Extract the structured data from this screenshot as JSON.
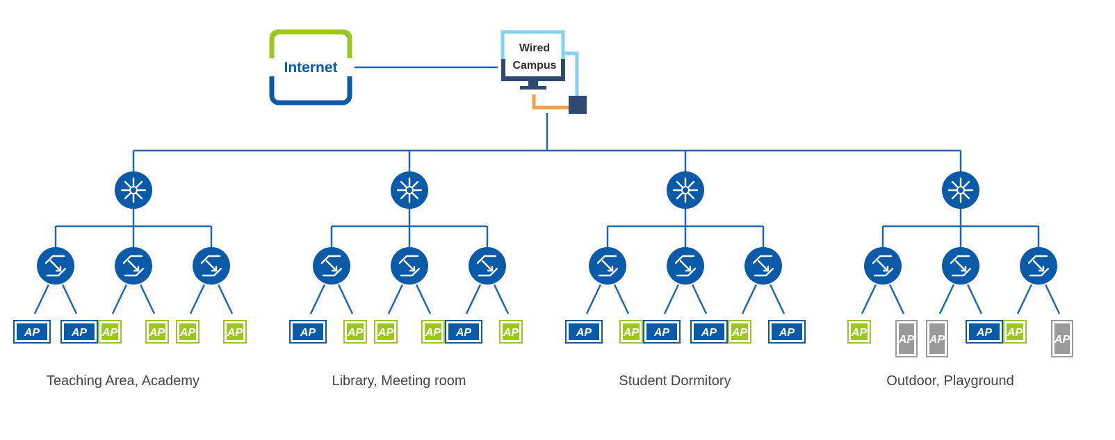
{
  "internet": {
    "label": "Internet"
  },
  "campus": {
    "line1": "Wired",
    "line2": "Campus"
  },
  "ap_label": "AP",
  "colors": {
    "primary": "#0a5aa8",
    "green": "#9cc620",
    "gray": "#9a9a9a",
    "light_blue": "#86d0f2",
    "orange": "#f2a04a",
    "navy": "#2f4a72",
    "line": "#1c68b0"
  },
  "icons": {
    "core_switch": "core-switch-icon",
    "access_switch": "access-switch-icon",
    "access_point": "access-point-icon",
    "computer": "computer-monitor-icon",
    "internet": "internet-cloud-icon"
  },
  "areas": [
    {
      "label": "Teaching Area, Academy",
      "aps": [
        "blue",
        "blue",
        "green",
        "green",
        "green",
        "green"
      ]
    },
    {
      "label": "Library, Meeting room",
      "aps": [
        "blue",
        "green",
        "green",
        "green",
        "blue",
        "green"
      ]
    },
    {
      "label": "Student Dormitory",
      "aps": [
        "blue",
        "green",
        "blue",
        "blue",
        "green",
        "blue"
      ]
    },
    {
      "label": "Outdoor, Playground",
      "aps": [
        "green",
        "gray",
        "gray",
        "blue",
        "green",
        "gray"
      ]
    }
  ]
}
